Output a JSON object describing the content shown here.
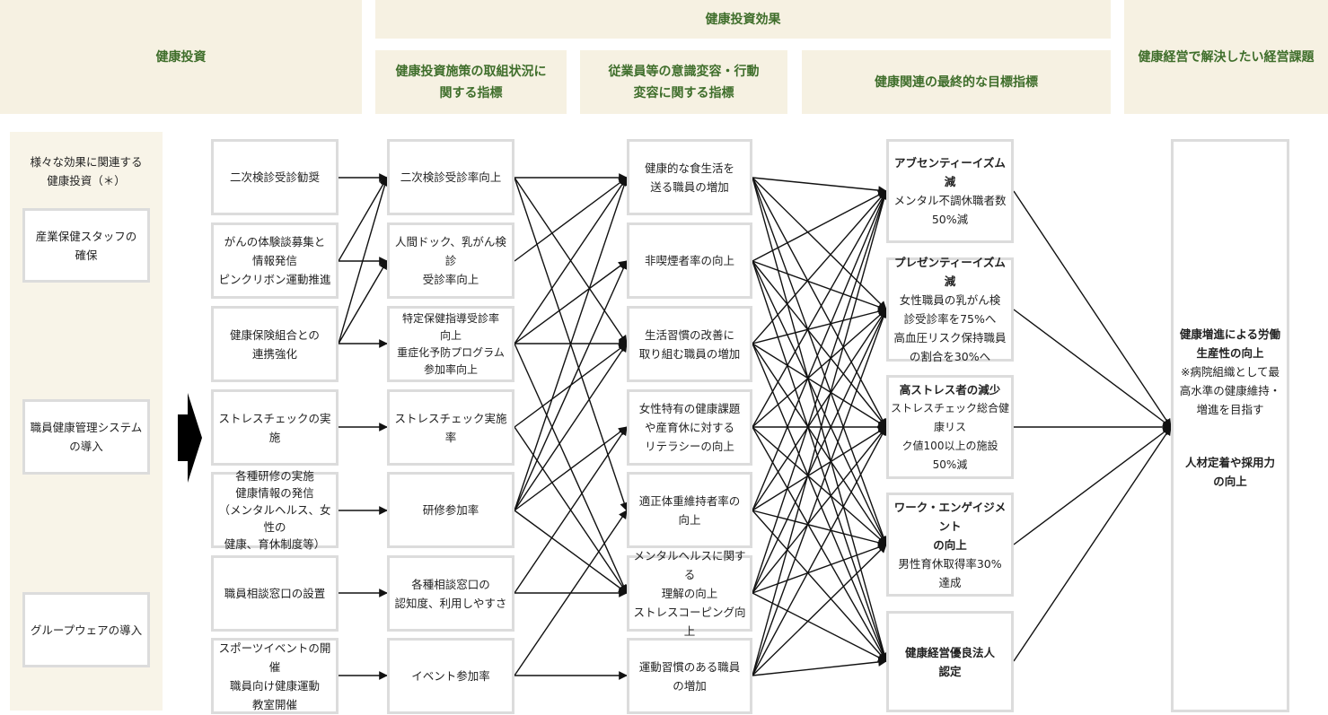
{
  "headers": {
    "investment": "健康投資",
    "effects": "健康投資効果",
    "measures": "健康投資施策の取組状況に\n関する指標",
    "awareness": "従業員等の意識変容・行動\n変容に関する指標",
    "final": "健康関連の最終的な目標指標",
    "issues": "健康経営で解決したい経営課題"
  },
  "left_panel": {
    "caption": "様々な効果に関連する\n健康投資（＊）",
    "items": [
      "産業保健スタッフの\n確保",
      "職員健康管理システム\nの導入",
      "グループウェアの導入"
    ]
  },
  "investments": [
    "二次検診受診勧奨",
    "がんの体験談募集と\n情報発信\nピンクリボン運動推進",
    "健康保険組合との\n連携強化",
    "ストレスチェックの実施",
    "各種研修の実施\n健康情報の発信\n（メンタルヘルス、女性の\n健康、育休制度等）",
    "職員相談窓口の設置",
    "スポーツイベントの開催\n職員向け健康運動\n教室開催"
  ],
  "indicators": [
    "二次検診受診率向上",
    "人間ドック、乳がん検診\n受診率向上",
    "特定保健指導受診率\n向上\n重症化予防プログラム\n参加率向上",
    "ストレスチェック実施率",
    "研修参加率",
    "各種相談窓口の\n認知度、利用しやすさ",
    "イベント参加率"
  ],
  "behaviors": [
    "健康的な食生活を\n送る職員の増加",
    "非喫煙者率の向上",
    "生活習慣の改善に\n取り組む職員の増加",
    "女性特有の健康課題\nや産育休に対する\nリテラシーの向上",
    "適正体重維持者率の\n向上",
    "メンタルヘルスに関する\n理解の向上\nストレスコーピング向上",
    "運動習慣のある職員\nの増加"
  ],
  "goals": [
    {
      "title": "アブセンティーイズム減",
      "body": "メンタル不調休職者数\n50%減"
    },
    {
      "title": "プレゼンティーイズム減",
      "body": "女性職員の乳がん検\n診受診率を75%へ\n高血圧リスク保持職員\nの割合を30%へ"
    },
    {
      "title": "高ストレス者の減少",
      "body": "ストレスチェック総合健康リス\nク値100以上の施設\n50%減"
    },
    {
      "title": "ワーク・エンゲイジメント\nの向上",
      "body": "男性育休取得率30%\n達成"
    },
    {
      "title": "健康経営優良法人\n認定",
      "body": ""
    }
  ],
  "issue": {
    "title1": "健康増進による労働\n生産性の向上",
    "note": "※病院組織として最\n高水準の健康維持・\n増進を目指す",
    "title2": "人材定着や採用力\nの向上"
  },
  "links": {
    "inv_to_ind": [
      [
        0,
        0
      ],
      [
        1,
        0
      ],
      [
        1,
        1
      ],
      [
        2,
        0
      ],
      [
        2,
        1
      ],
      [
        2,
        2
      ],
      [
        3,
        3
      ],
      [
        4,
        4
      ],
      [
        5,
        5
      ],
      [
        6,
        6
      ]
    ],
    "ind_to_beh": [
      [
        0,
        0
      ],
      [
        0,
        2
      ],
      [
        0,
        4
      ],
      [
        1,
        0
      ],
      [
        2,
        0
      ],
      [
        2,
        1
      ],
      [
        2,
        2
      ],
      [
        2,
        5
      ],
      [
        3,
        2
      ],
      [
        3,
        5
      ],
      [
        4,
        0
      ],
      [
        4,
        1
      ],
      [
        4,
        2
      ],
      [
        4,
        3
      ],
      [
        4,
        5
      ],
      [
        5,
        5
      ],
      [
        5,
        3
      ],
      [
        6,
        4
      ],
      [
        6,
        6
      ]
    ],
    "beh_to_goal": "all",
    "goal_to_issue": "all"
  }
}
